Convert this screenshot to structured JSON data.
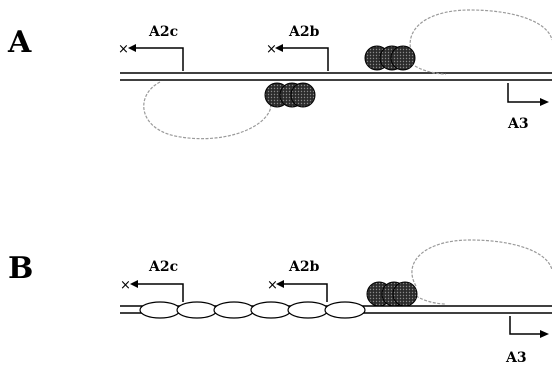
{
  "panels": [
    {
      "letter": "A",
      "labels": {
        "a2c": "A2c",
        "a2b": "A2b",
        "a3": "A3",
        "x1": "×",
        "x2": "×"
      }
    },
    {
      "letter": "B",
      "labels": {
        "a2c": "A2c",
        "a2b": "A2b",
        "a3": "A3",
        "x1": "×",
        "x2": "×"
      }
    }
  ],
  "colors": {
    "dna": "#000000",
    "loop": "#9a9a9a",
    "protein_fill": "#3a3a3a",
    "nucleosome_fill": "#ffffff"
  }
}
